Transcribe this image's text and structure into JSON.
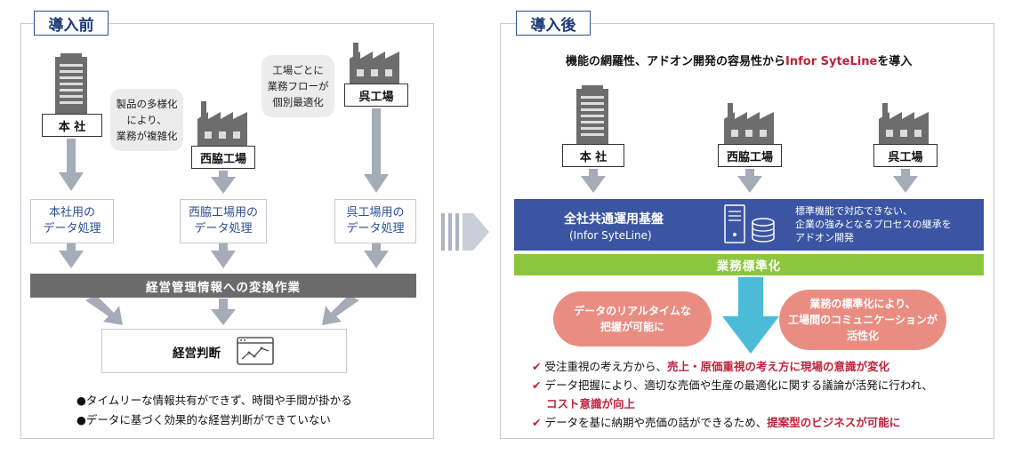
{
  "before": {
    "tag": "導入前",
    "hq_label": "本 社",
    "nishiwaki_label": "西脇工場",
    "kure_label": "呉工場",
    "bubble_left": [
      "製品の多様化",
      "により、",
      "業務が複雑化"
    ],
    "bubble_right": [
      "工場ごとに",
      "業務フローが",
      "個別最適化"
    ],
    "proc_hq": [
      "本社用の",
      "データ処理"
    ],
    "proc_nishiwaki": [
      "西脇工場用の",
      "データ処理"
    ],
    "proc_kure": [
      "呉工場用の",
      "データ処理"
    ],
    "conversion_bar": "経営管理情報への変換作業",
    "decision_label": "経営判断",
    "bullets": [
      "●タイムリーな情報共有ができず、時間や手間が掛かる",
      "●データに基づく効果的な経営判断ができていない"
    ]
  },
  "after": {
    "tag": "導入後",
    "headline_pre": "機能の網羅性、アドオン開発の容易性から",
    "headline_hl": "Infor SyteLine",
    "headline_post": "を導入",
    "hq_label": "本 社",
    "nishiwaki_label": "西脇工場",
    "kure_label": "呉工場",
    "platform_title": "全社共通運用基盤",
    "platform_sub": "(Infor SyteLine)",
    "platform_note": [
      "標準機能で対応できない、",
      "企業の強みとなるプロセスの継承を",
      "アドオン開発"
    ],
    "standardization_bar": "業務標準化",
    "pill_left": [
      "データのリアルタイムな",
      "把握が可能に"
    ],
    "pill_right": [
      "業務の標準化により、",
      "工場間のコミュニケーションが",
      "活性化"
    ],
    "checks": {
      "c1_pre": "受注重視の考え方から、",
      "c1_hl": "売上・原価重視の考え方に現場の意識が変化",
      "c2_pre": "データ把握により、適切な売価や生産の最適化に関する議論が活発に行われ、",
      "c2_hl": "コスト意識が向上",
      "c3_pre": "データを基に納期や売価の話ができるため、",
      "c3_hl": "提案型のビジネスが可能に"
    },
    "check_mark": "✔"
  },
  "colors": {
    "tag_border": "#2f4f8f",
    "arrow_gray": "#a4acb8",
    "bar_gray": "#6b6b6b",
    "platform_blue": "#3b55a2",
    "standard_green": "#8cc63e",
    "pill_salmon": "#e98d82",
    "highlight_red": "#c0213b",
    "down_arrow_cyan": "#4bbbd8"
  }
}
